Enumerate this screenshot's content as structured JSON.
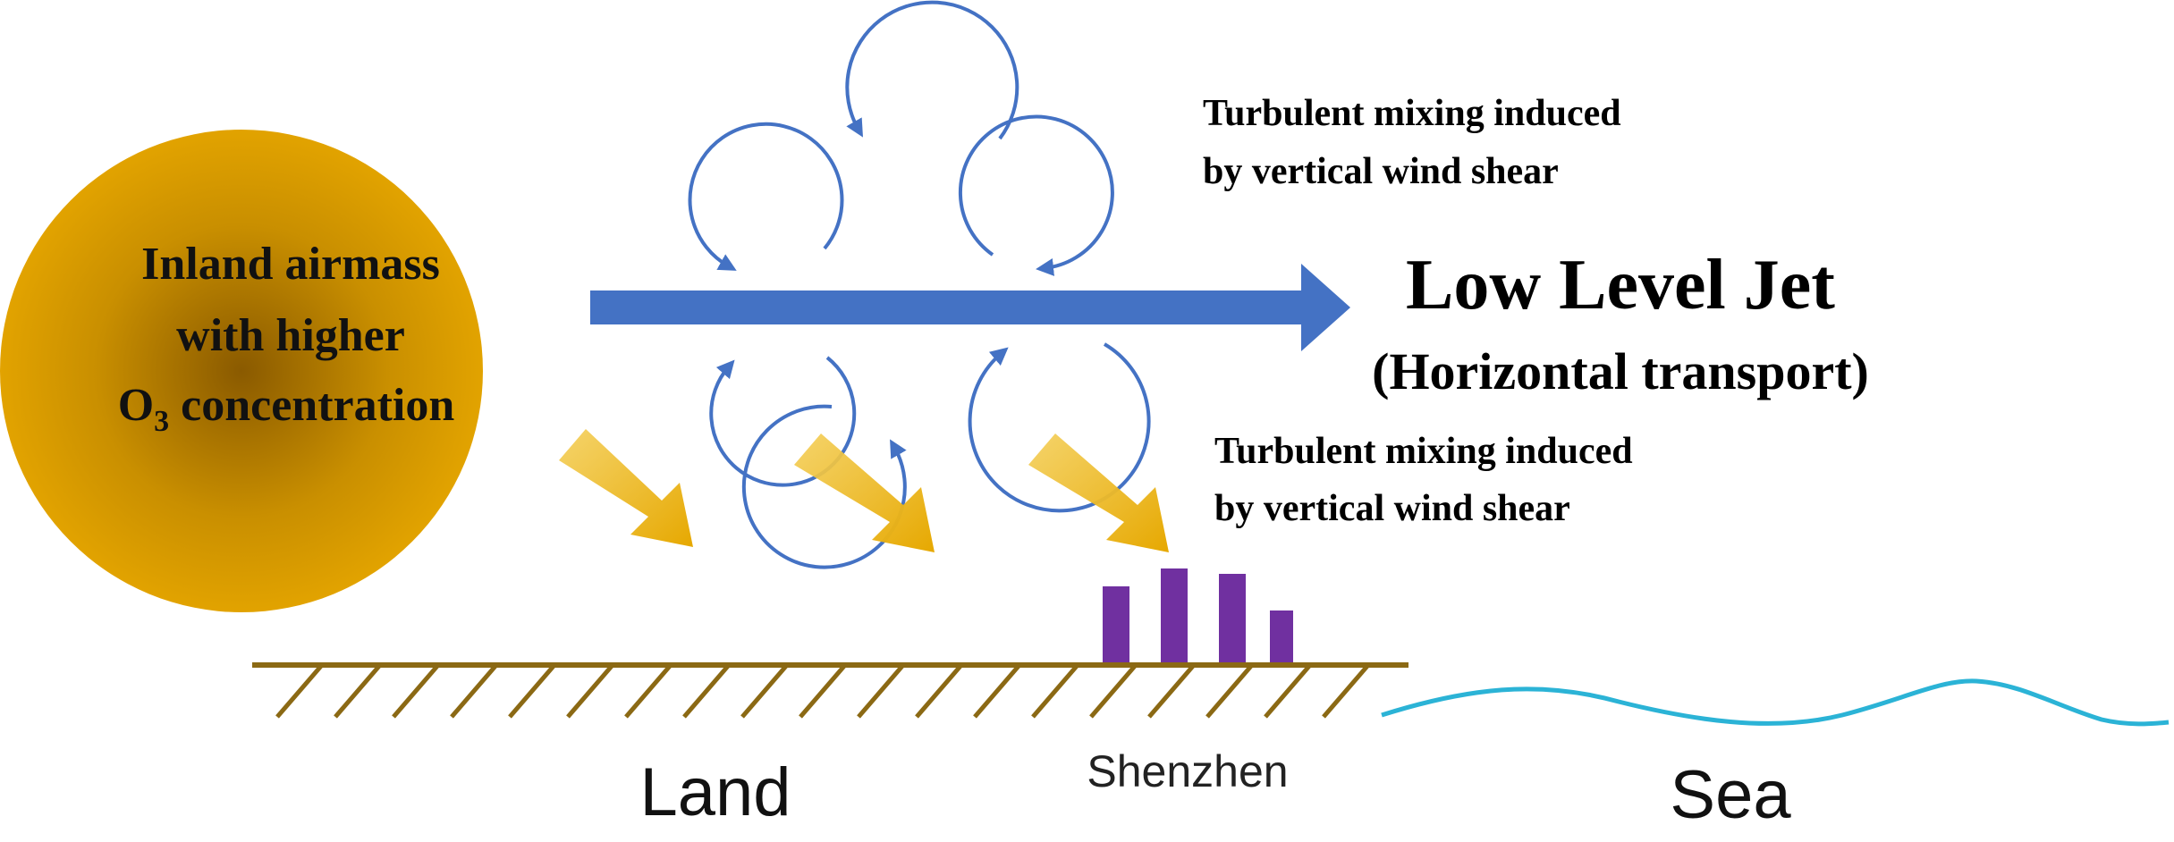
{
  "airmass": {
    "line1": "Inland airmass",
    "line2": "with higher",
    "line3_prefix": "O",
    "line3_sub": "3",
    "line3_suffix": " concentration",
    "fill_color": "#e0a200"
  },
  "jet": {
    "title": "Low Level Jet",
    "subtitle": "(Horizontal transport)",
    "arrow_color": "#4472c4"
  },
  "turbulence_top": {
    "line1": "Turbulent mixing induced",
    "line2": "by vertical wind shear"
  },
  "turbulence_bottom": {
    "line1": "Turbulent mixing induced",
    "line2": "by vertical wind shear"
  },
  "ground": {
    "land_label": "Land",
    "city_label": "Shenzhen",
    "sea_label": "Sea",
    "ground_color": "#8b6914",
    "building_color": "#7030a0",
    "sea_color": "#2bb3d6"
  },
  "colors": {
    "eddy": "#4472c4",
    "downward_arrow": "#e6b100"
  }
}
